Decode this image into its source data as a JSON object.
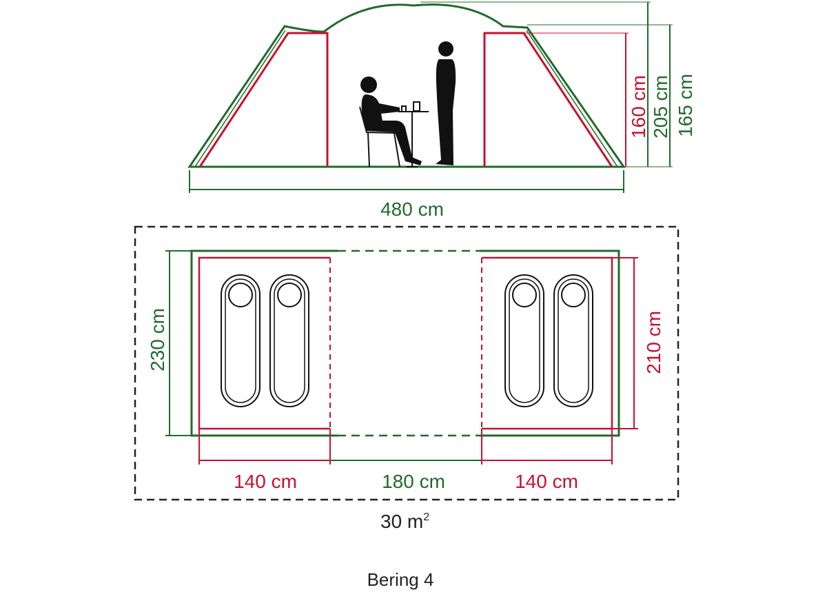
{
  "colors": {
    "outer": "#1f6b2a",
    "inner": "#c8102e",
    "footprint": "#222222",
    "figure": "#111111"
  },
  "side_view": {
    "width_label": "480 cm",
    "height_inner_label": "160 cm",
    "height_peak_label": "205 cm",
    "height_eave_label": "165 cm"
  },
  "floor_plan": {
    "depth_outer_label": "230 cm",
    "depth_inner_label": "210 cm",
    "left_room_label": "140 cm",
    "center_label": "180 cm",
    "right_room_label": "140 cm",
    "area_value": "30 m",
    "area_unit_sup": "2",
    "sleeping_bags": [
      "sleeping-bag",
      "sleeping-bag",
      "sleeping-bag",
      "sleeping-bag"
    ]
  },
  "model_name": "Bering 4"
}
